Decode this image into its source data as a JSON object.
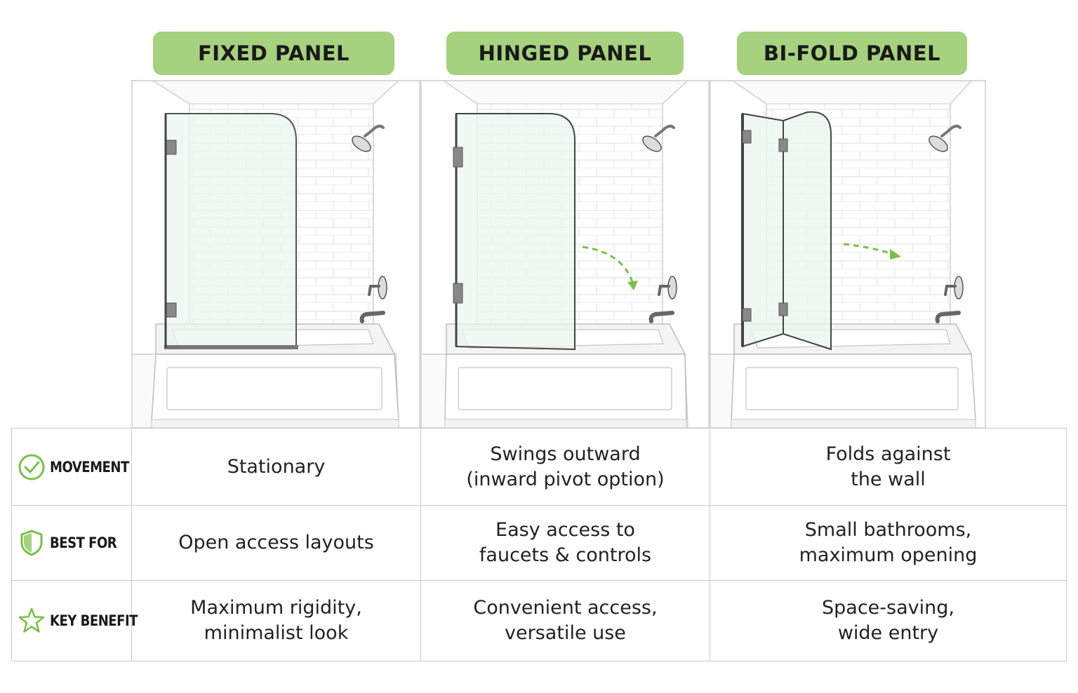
{
  "accent_color": "#a6d17f",
  "accent_dark": "#7bbf4a",
  "panels": [
    {
      "title": "FIXED PANEL"
    },
    {
      "title": "HINGED PANEL"
    },
    {
      "title": "BI-FOLD PANEL"
    }
  ],
  "rows": [
    {
      "label": "MOVEMENT",
      "icon": "check-circle-icon",
      "values": [
        "Stationary",
        "Swings outward\n(inward pivot option)",
        "Folds against\nthe wall"
      ]
    },
    {
      "label": "BEST FOR",
      "icon": "shield-icon",
      "values": [
        "Open access layouts",
        "Easy access to\nfaucets & controls",
        "Small bathrooms,\nmaximum opening"
      ]
    },
    {
      "label": "KEY BENEFIT",
      "icon": "star-icon",
      "values": [
        "Maximum rigidity,\nminimalist look",
        "Convenient access,\nversatile use",
        "Space-saving,\nwide entry"
      ]
    }
  ]
}
